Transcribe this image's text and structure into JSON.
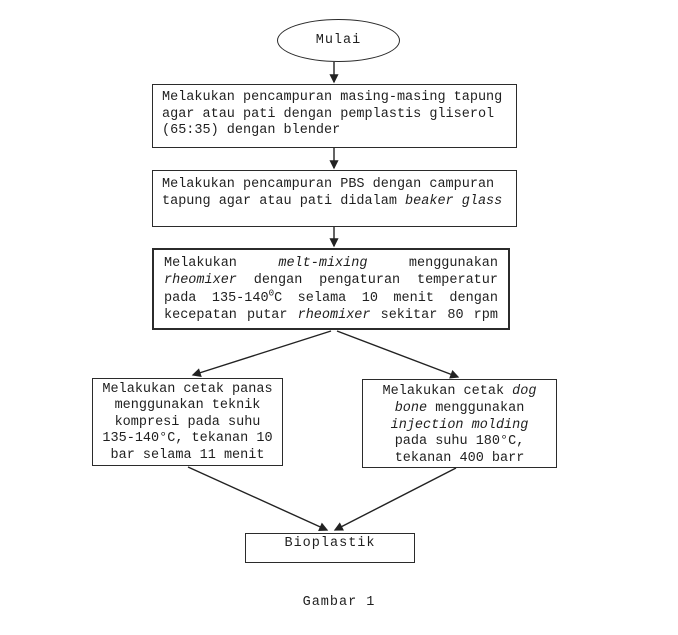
{
  "colors": {
    "ink": "#1f1f1f",
    "border": "#2b2b2b",
    "background": "#ffffff"
  },
  "diagram": {
    "start": {
      "label": "Mulai"
    },
    "box1": {
      "lines": [
        [
          {
            "t": "Melakukan pencampuran masing-masing tapung"
          }
        ],
        [
          {
            "t": "agar atau pati dengan pemplastis gliserol"
          }
        ],
        [
          {
            "t": "(65:35) dengan blender"
          }
        ]
      ]
    },
    "box2": {
      "lines": [
        [
          {
            "t": "Melakukan pencampuran PBS dengan campuran"
          }
        ],
        [
          {
            "t": "tapung agar atau pati didalam "
          },
          {
            "t": "beaker glass",
            "s": "i"
          }
        ]
      ]
    },
    "box3": {
      "lines": [
        [
          {
            "t": "Melakukan "
          },
          {
            "t": "melt-mixing",
            "s": "i"
          },
          {
            "t": " menggunakan"
          }
        ],
        [
          {
            "t": "rheomixer",
            "s": "i"
          },
          {
            "t": " dengan pengaturan temperatur"
          }
        ],
        [
          {
            "t": "pada 135-140"
          },
          {
            "t": "0",
            "s": "sup"
          },
          {
            "t": "C selama 10 menit dengan"
          }
        ],
        [
          {
            "t": "kecepatan putar "
          },
          {
            "t": "rheomixer",
            "s": "i"
          },
          {
            "t": " sekitar 80 rpm"
          }
        ]
      ]
    },
    "box_left": {
      "lines": [
        [
          {
            "t": "Melakukan cetak panas"
          }
        ],
        [
          {
            "t": "menggunakan teknik"
          }
        ],
        [
          {
            "t": "kompresi pada suhu"
          }
        ],
        [
          {
            "t": "135-140°C, tekanan 10"
          }
        ],
        [
          {
            "t": "bar selama 11 menit"
          }
        ]
      ]
    },
    "box_right": {
      "lines": [
        [
          {
            "t": "Melakukan cetak "
          },
          {
            "t": "dog",
            "s": "i"
          }
        ],
        [
          {
            "t": "bone",
            "s": "i"
          },
          {
            "t": " menggunakan"
          }
        ],
        [
          {
            "t": "injection molding",
            "s": "i"
          }
        ],
        [
          {
            "t": "pada suhu 180°C,"
          }
        ],
        [
          {
            "t": "tekanan 400 barr"
          }
        ]
      ]
    },
    "end": {
      "label": "Bioplastik"
    },
    "caption": "Gambar 1"
  }
}
